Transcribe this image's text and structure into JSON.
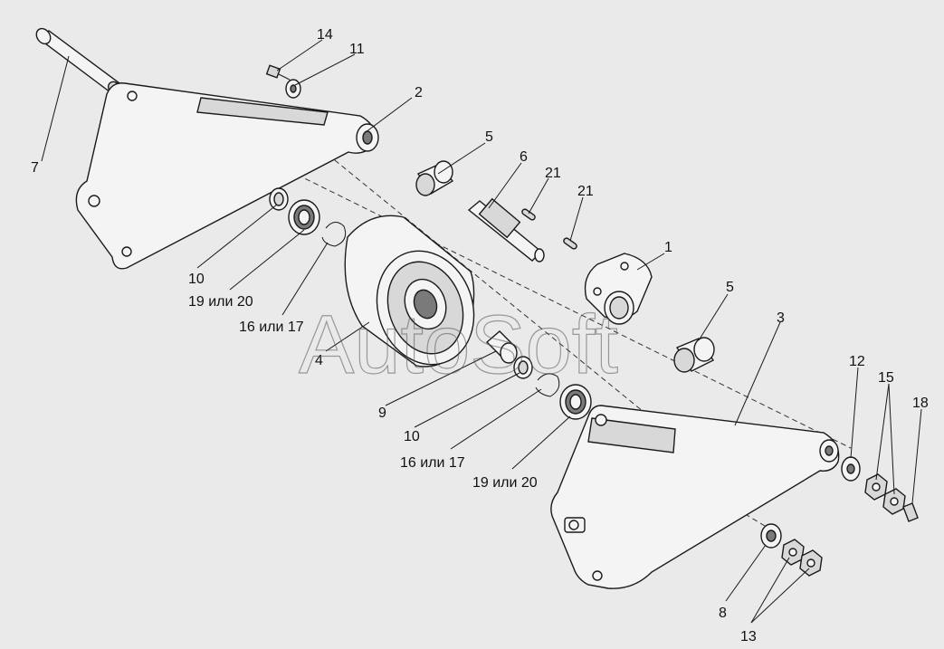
{
  "diagram": {
    "watermark": "AutoSoft",
    "callouts": [
      {
        "id": "c1",
        "text": "1"
      },
      {
        "id": "c2",
        "text": "2"
      },
      {
        "id": "c3",
        "text": "3"
      },
      {
        "id": "c4",
        "text": "4"
      },
      {
        "id": "c5a",
        "text": "5"
      },
      {
        "id": "c5b",
        "text": "5"
      },
      {
        "id": "c6",
        "text": "6"
      },
      {
        "id": "c7",
        "text": "7"
      },
      {
        "id": "c8",
        "text": "8"
      },
      {
        "id": "c9",
        "text": "9"
      },
      {
        "id": "c10a",
        "text": "10"
      },
      {
        "id": "c10b",
        "text": "10"
      },
      {
        "id": "c11",
        "text": "11"
      },
      {
        "id": "c12",
        "text": "12"
      },
      {
        "id": "c13",
        "text": "13"
      },
      {
        "id": "c14",
        "text": "14"
      },
      {
        "id": "c15",
        "text": "15"
      },
      {
        "id": "c16a",
        "text": "16 или 17"
      },
      {
        "id": "c16b",
        "text": "16 или 17"
      },
      {
        "id": "c18",
        "text": "18"
      },
      {
        "id": "c19a",
        "text": "19 или 20"
      },
      {
        "id": "c19b",
        "text": "19 или 20"
      },
      {
        "id": "c21a",
        "text": "21"
      },
      {
        "id": "c21b",
        "text": "21"
      }
    ]
  }
}
